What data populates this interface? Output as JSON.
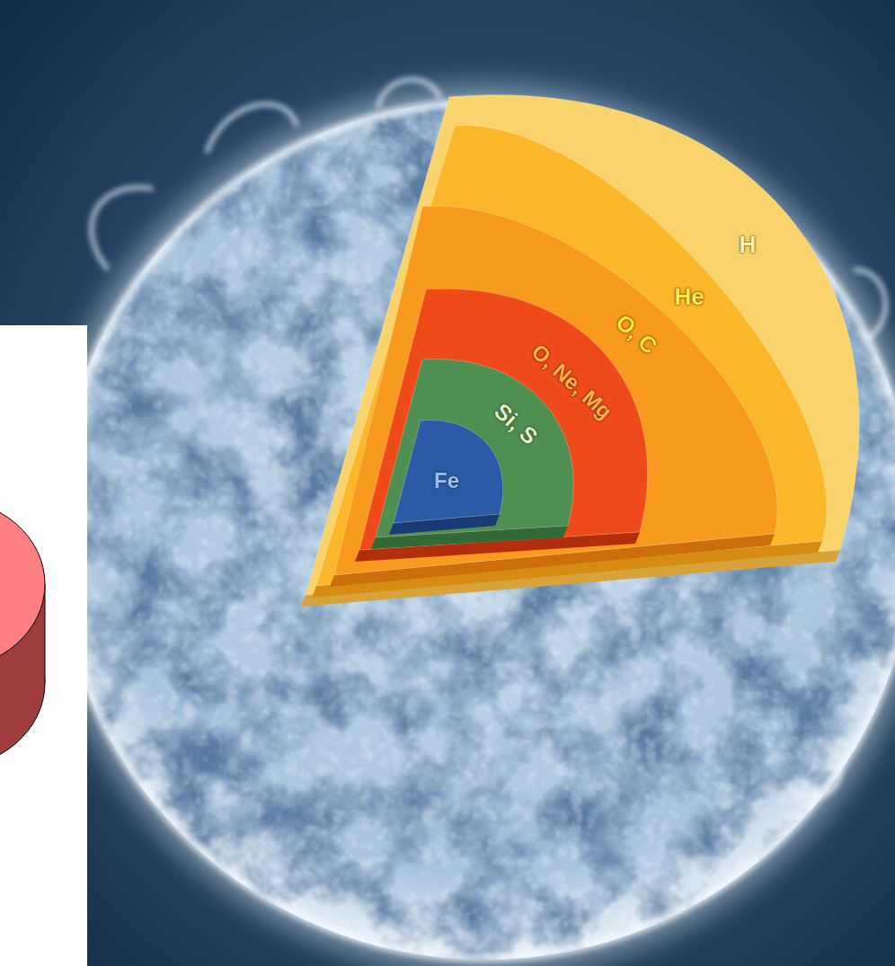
{
  "diagram": {
    "nodes": [
      {
        "text": [
          "H"
        ]
      },
      {
        "text": [
          "He"
        ],
        "in": 0
      },
      {
        "text": [
          "O, C"
        ],
        "in": 1
      },
      {
        "text": [
          "O, Ne, Mg"
        ],
        "in": 2
      },
      {
        "text": [
          "Si, S"
        ],
        "in": 3
      },
      {
        "text": [
          "Fe"
        ],
        "in": 4
      }
    ]
  }
}
